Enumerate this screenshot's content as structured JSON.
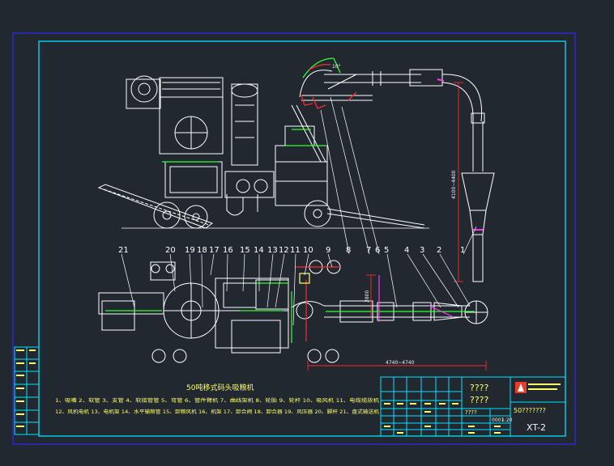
{
  "drawing": {
    "title": "50吨移式码头吸粮机",
    "parts_line_1": "1、吸嘴  2、软管  3、支管  4、软接管管  5、弯管  6、管件臂机  7、曲线架机  8、轮胎  9、轮杆  10、吸风机  11、电缆缆放机",
    "parts_line_2": "12、风机电机  13、电机架  14、水平输粮管  15、卸粮风机  16、机架  17、卸合阀  18、卸合器  19、风压器  20、脚杆  21、盘式输送机",
    "callouts": [
      "21",
      "20",
      "19",
      "18",
      "17",
      "16",
      "15",
      "14",
      "13",
      "12",
      "11",
      "10",
      "9",
      "8",
      "7",
      "6",
      "5",
      "4",
      "3",
      "2",
      "1"
    ],
    "dimensions": {
      "vertical_height": "4100~4400",
      "base_width": "4740~4740",
      "vertical_small": "2800",
      "angle_mark": "10°"
    }
  },
  "title_block": {
    "question_mark_1": "????",
    "question_mark_2": "????",
    "company": "50???????",
    "scale_code": "0001",
    "scale": "1:20",
    "small_q": "????",
    "drawing_number": "XT-2"
  },
  "colors": {
    "background": "#212830",
    "frame": "#2a2ae0",
    "inner_frame": "#00e5ff",
    "drawing": "#ffffff",
    "accent": "#ff2a2a",
    "green": "#33ff33",
    "yellow": "#ffff66",
    "magenta": "#ff33ff"
  }
}
